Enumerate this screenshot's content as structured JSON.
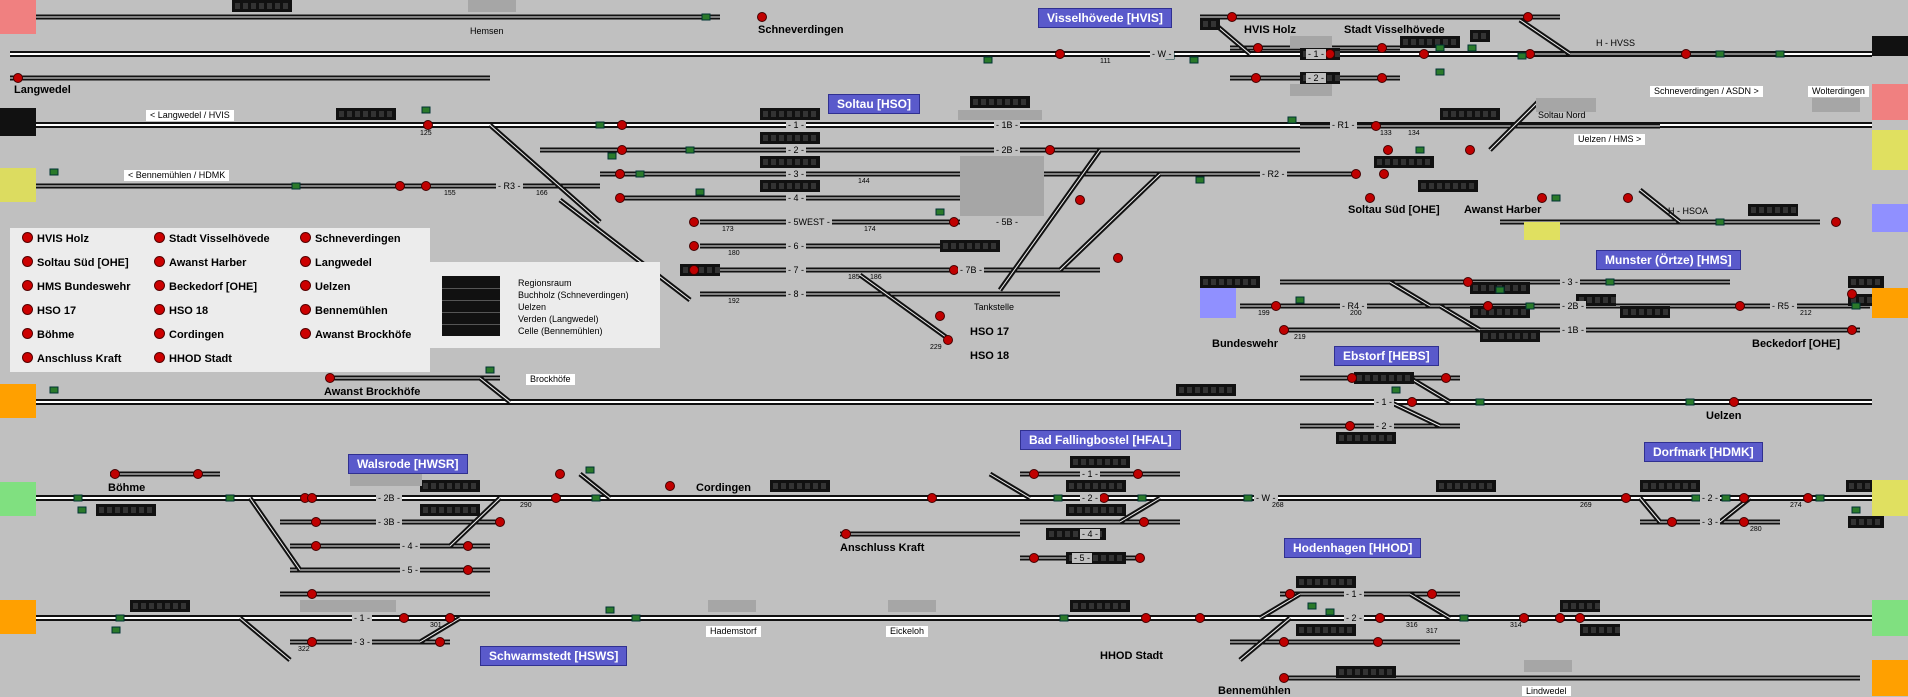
{
  "stations": [
    {
      "name": "Visselhövede [HVIS]",
      "key": "visselhoevede"
    },
    {
      "name": "Soltau [HSO]",
      "key": "soltau"
    },
    {
      "name": "Munster (Örtze) [HMS]",
      "key": "munster"
    },
    {
      "name": "Ebstorf [HEBS]",
      "key": "ebstorf"
    },
    {
      "name": "Bad Fallingbostel [HFAL]",
      "key": "fallingbostel"
    },
    {
      "name": "Walsrode [HWSR]",
      "key": "walsrode"
    },
    {
      "name": "Dorfmark [HDMK]",
      "key": "dorfmark"
    },
    {
      "name": "Hodenhagen [HHOD]",
      "key": "hodenhagen"
    },
    {
      "name": "Schwarmstedt [HSWS]",
      "key": "schwarmstedt"
    }
  ],
  "places": {
    "hemsen": "Hemsen",
    "schneverdingen": "Schneverdingen",
    "hvis_holz": "HVIS Holz",
    "stadt_visselhoevede": "Stadt Visselhövede",
    "langwedel": "Langwedel",
    "soltau_sued": "Soltau Süd [OHE]",
    "awanst_harber": "Awanst Harber",
    "hso17": "HSO 17",
    "hso18": "HSO 18",
    "tankstelle": "Tankstelle",
    "bundeswehr": "Bundeswehr",
    "beckedorf": "Beckedorf [OHE]",
    "awanst_brockhoefe": "Awanst Brockhöfe",
    "brockhoefe": "Brockhöfe",
    "uelzen": "Uelzen",
    "boehme": "Böhme",
    "cordingen": "Cordingen",
    "anschluss_kraft": "Anschluss Kraft",
    "hademstorf": "Hademstorf",
    "eickeloh": "Eickeloh",
    "hhod_stadt": "HHOD Stadt",
    "bennemuehlen": "Bennemühlen",
    "lindwedel": "Lindwedel",
    "soltau_nord": "Soltau Nord"
  },
  "directions": {
    "h_hvss": "H - HVSS",
    "langwedel_hvis": "< Langwedel / HVIS",
    "bennemuehlen_hdmk": "< Bennemühlen / HDMK",
    "schnev_asdn": "Schneverdingen / ASDN >",
    "wolterdingen": "Wolterdingen",
    "uelzen_hms": "Uelzen / HMS >",
    "h_hsoa": "H - HSOA"
  },
  "track_labels": {
    "w_top": "- W -",
    "t1_hvis": "- 1 -",
    "t2_hvis": "- 2 -",
    "t1b_hso": "- 1B -",
    "t2b_hso": "- 2B -",
    "r1": "- R1 -",
    "r2": "- R2 -",
    "r3": "- R3 -",
    "t1_hso": "- 1 -",
    "t2_hso": "- 2 -",
    "t3_hso": "- 3 -",
    "t4_hso": "- 4 -",
    "t5west": "- 5WEST -",
    "t5b": "- 5B -",
    "t6": "- 6 -",
    "t7": "- 7 -",
    "t7b": "- 7B -",
    "t8": "- 8 -",
    "r4": "- R4 -",
    "r5": "- R5 -",
    "t2b_hms": "- 2B -",
    "t1b_hms": "- 1B -",
    "t3_hms": "- 3 -",
    "t1_hebs": "- 1 -",
    "t2_hebs": "- 2 -",
    "t2b_hwsr": "- 2B -",
    "t3b_hwsr": "- 3B -",
    "t4_hwsr": "- 4 -",
    "t5_hwsr": "- 5 -",
    "t1_hfal": "- 1 -",
    "t2_hfal": "- 2 -",
    "t4_hfal": "- 4 -",
    "t5_hfal": "- 5 -",
    "w_hfal": "- W -",
    "t2_hdmk": "- 2 -",
    "t3_hdmk": "- 3 -",
    "t1_hhod": "- 1 -",
    "t2_hhod": "- 2 -",
    "t1_hsws": "- 1 -",
    "t3_hsws": "- 3 -"
  },
  "legend": {
    "items": [
      "HVIS Holz",
      "Stadt Visselhövede",
      "Schneverdingen",
      "Soltau Süd [OHE]",
      "Awanst Harber",
      "Langwedel",
      "HMS Bundeswehr",
      "Beckedorf [OHE]",
      "Uelzen",
      "HSO 17",
      "HSO 18",
      "Bennemühlen",
      "Böhme",
      "Cordingen",
      "Awanst Brockhöfe",
      "Anschluss Kraft",
      "HHOD Stadt"
    ],
    "regions": [
      "Regionsraum",
      "Buchholz (Schneverdingen)",
      "Uelzen",
      "Verden (Langwedel)",
      "Celle (Bennemühlen)"
    ]
  },
  "signal_numbers": {
    "n111": "111",
    "n125": "125",
    "n133": "133",
    "n134": "134",
    "n144": "144",
    "n155": "155",
    "n166": "166",
    "n173": "173",
    "n174": "174",
    "n180": "180",
    "n185": "185",
    "n186": "186",
    "n192": "192",
    "n199": "199",
    "n200": "200",
    "n212": "212",
    "n219": "219",
    "n229": "229",
    "n268": "268",
    "n269": "269",
    "n274": "274",
    "n280": "280",
    "n290": "290",
    "n301": "301",
    "n314": "314",
    "n316": "316",
    "n317": "317",
    "n322": "322"
  },
  "colors": {
    "background": "#c0c0c0",
    "station_badge": "#5a5acb",
    "signal_red": "#c00000",
    "signal_green": "#2a7a2a",
    "edge_pink": "#f08080",
    "edge_yellow": "#e0e060",
    "edge_orange": "#ffa000",
    "edge_green": "#80e080",
    "edge_blue": "#9090ff"
  }
}
